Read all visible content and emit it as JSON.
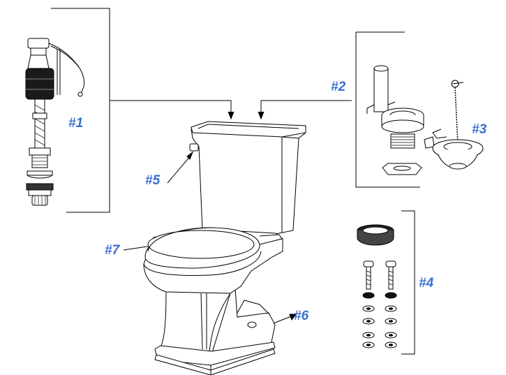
{
  "labels": {
    "fill_valve": "#1",
    "flush_valve": "#2",
    "flapper": "#3",
    "bolt_kit": "#4",
    "trip_lever": "#5",
    "bolt_caps": "#6",
    "toilet_seat": "#7"
  },
  "colors": {
    "label": "#3a6fd0",
    "line": "#000000"
  }
}
